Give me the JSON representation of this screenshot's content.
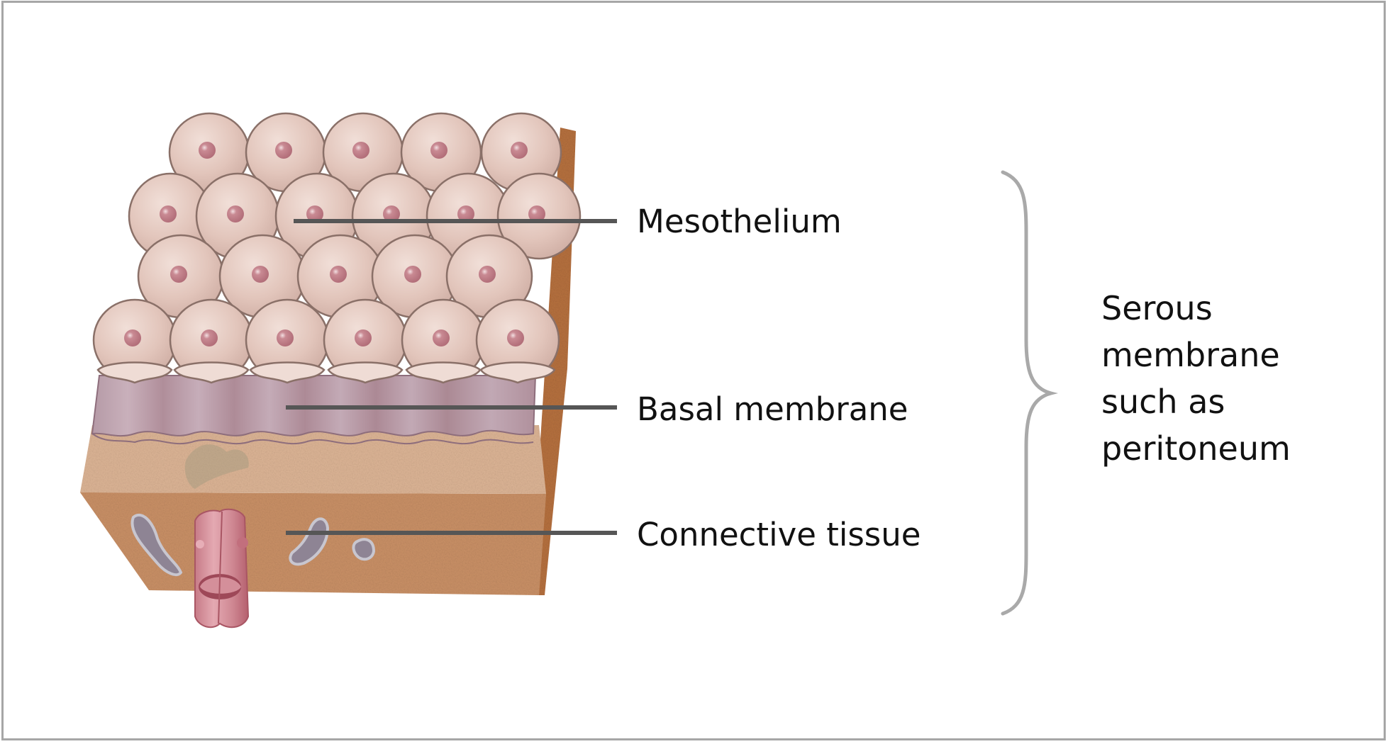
{
  "figure": {
    "subject": "Serous membrane cross-section illustration",
    "layers": [
      {
        "id": "mesothelium",
        "label": "Mesothelium"
      },
      {
        "id": "basal-membrane",
        "label": "Basal membrane"
      },
      {
        "id": "connective-tissue",
        "label": "Connective tissue"
      }
    ],
    "group_label_lines": [
      "Serous",
      "membrane",
      "such as",
      "peritoneum"
    ],
    "colors": {
      "cell_fill": "#e3c6bd",
      "cell_outline": "#8a7068",
      "nucleus": "#c07c86",
      "basal_membrane": "#b89aa5",
      "connective_top": "#dcb495",
      "connective_front": "#c99066",
      "connective_side": "#b5703e",
      "leader_line": "#565656",
      "brace": "#a9a9a9",
      "frame_border": "#a6a6a6"
    }
  }
}
